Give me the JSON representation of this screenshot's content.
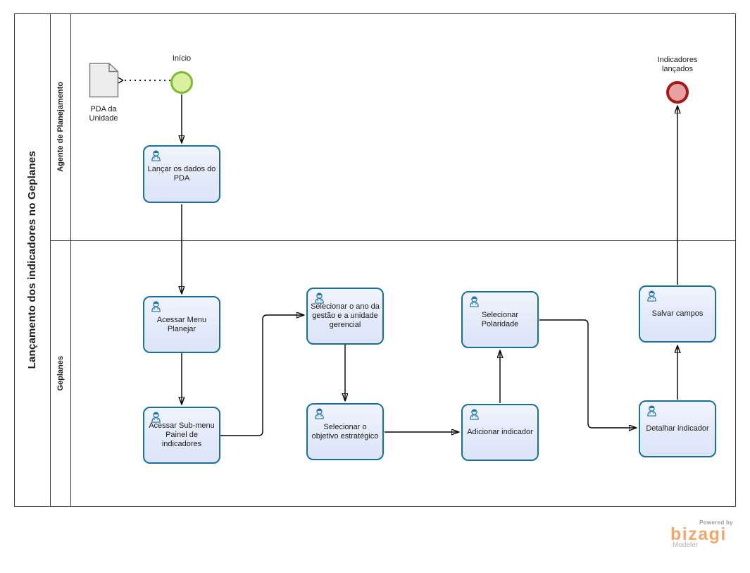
{
  "pool": {
    "title": "Lançamento dos indicadores no Geplanes",
    "lanes": [
      {
        "label": "Agente de Planejamento"
      },
      {
        "label": "Geplanes"
      }
    ]
  },
  "events": {
    "start": {
      "label": "Início"
    },
    "end": {
      "label": "Indicadores lançados"
    }
  },
  "artifact": {
    "label": "PDA da Unidade"
  },
  "tasks": [
    {
      "id": "lancar-dados-pda",
      "label": "Lançar os dados do PDA"
    },
    {
      "id": "acessar-menu-planejar",
      "label": "Acessar Menu Planejar"
    },
    {
      "id": "acessar-submenu-painel",
      "label": "Acessar Sub-menu Painel de indicadores"
    },
    {
      "id": "selecionar-ano-gestao",
      "label": "Selecionar o ano da gestão e a unidade gerencial"
    },
    {
      "id": "selecionar-objetivo",
      "label": "Selecionar o objetivo estratégico"
    },
    {
      "id": "adicionar-indicador",
      "label": "Adicionar indicador"
    },
    {
      "id": "selecionar-polaridade",
      "label": "Selecionar Polaridade"
    },
    {
      "id": "detalhar-indicador",
      "label": "Detalhar indicador"
    },
    {
      "id": "salvar-campos",
      "label": "Salvar campos"
    }
  ],
  "branding": {
    "powered_by": "Powered by",
    "logo": "bizagi",
    "product": "Modeler"
  },
  "colors": {
    "task_border": "#1a7096",
    "task_fill": "#e3eafa",
    "task_icon": "#21759e",
    "start_fill": "#d9f0a0",
    "start_border": "#7fb933",
    "end_fill": "#e9a0a0",
    "end_border": "#a01b1b",
    "line": "#000000",
    "pool_line": "#3d3d3d",
    "brand_orange": "#f2a76b",
    "brand_gray": "#9a9a9a"
  }
}
